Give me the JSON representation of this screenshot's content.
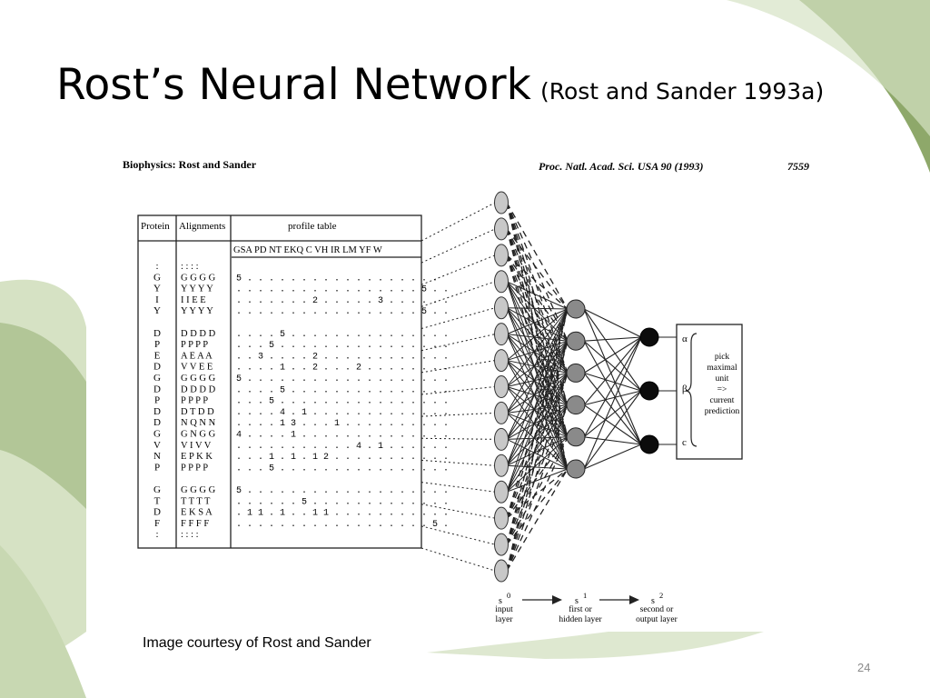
{
  "slide": {
    "title": "Rost’s Neural Network",
    "citation": "(Rost and Sander 1993a)",
    "caption": "Image courtesy of Rost and Sander",
    "page_number": "24"
  },
  "figure": {
    "header_left": "Biophysics: Rost and Sander",
    "header_journal": "Proc. Natl. Acad. Sci. USA 90 (1993)",
    "header_page": "7559",
    "table": {
      "col_protein": "Protein",
      "col_alignments": "Alignments",
      "col_profile": "profile table",
      "profile_header": "GSA PD  NT EKQ C VH IR LM YF W",
      "rows": [
        {
          "protein": ":",
          "align": ": : : :",
          "profile": ""
        },
        {
          "protein": "G",
          "align": "G G  G G",
          "profile": "5 . . .   . . . . .   . . . . .   . . . . ."
        },
        {
          "protein": "Y",
          "align": "Y Y  Y Y",
          "profile": ". . . . .   . . . . .   . . . . .   . . 5 . ."
        },
        {
          "protein": "I",
          "align": "I I   E E",
          "profile": ". . . . .   . . 2 . .   . . . 3 .   . . . . ."
        },
        {
          "protein": "Y",
          "align": "Y Y  Y Y",
          "profile": ". . . . .   . . . . .   . . . . .   . . 5 . ."
        },
        {
          "protein": "",
          "align": "",
          "profile": ""
        },
        {
          "protein": "D",
          "align": "D D  D D",
          "profile": ". . . . 5   . . . . .   . . . . .   . . . . ."
        },
        {
          "protein": "P",
          "align": "P P  P P",
          "profile": ". . . 5 .   . . . . .   . . . . .   . . . . ."
        },
        {
          "protein": "E",
          "align": "A E  A A",
          "profile": ". . 3 . .   . . 2 . .   . . . . .   . . . . ."
        },
        {
          "protein": "D",
          "align": "V V  E E",
          "profile": ". . . . 1   . . 2 . .   . 2 . . .   . . . . ."
        },
        {
          "protein": "G",
          "align": "G G  G G",
          "profile": "5 . . . .   . . . . .   . . . . .   . . . . ."
        },
        {
          "protein": "D",
          "align": "D D  D D",
          "profile": ". . . . 5   . . . . .   . . . . .   . . . . ."
        },
        {
          "protein": "P",
          "align": "P P  P P",
          "profile": ". . . 5 .   . . . . .   . . . . .   . . . . ."
        },
        {
          "protein": "D",
          "align": "D T  D D",
          "profile": ". . . . 4   . 1 . . .   . . . . .   . . . . ."
        },
        {
          "protein": "D",
          "align": "N Q  N N",
          "profile": ". . . . 1   3 . . . 1   . . . . .   . . . . ."
        },
        {
          "protein": "G",
          "align": "G N  G G",
          "profile": "4 . . . .   1 . . . .   . . . . .   . . . . ."
        },
        {
          "protein": "V",
          "align": "V I   V V",
          "profile": ". . . . .   . . . . .   . 4 . 1 .   . . . . ."
        },
        {
          "protein": "N",
          "align": "E P  K K",
          "profile": ". . . 1 .   1 . 1 2 .   . . . . .   . . . . ."
        },
        {
          "protein": "P",
          "align": "P P  P P",
          "profile": ". . . 5 .   . . . . .   . . . . .   . . . . ."
        },
        {
          "protein": "",
          "align": "",
          "profile": ""
        },
        {
          "protein": "G",
          "align": "G G  G G",
          "profile": "5 . . . .   . . . . .   . . . . .   . . . . ."
        },
        {
          "protein": "T",
          "align": "T T  T T",
          "profile": ". . . . .   . 5 . . .   . . . . .   . . . . ."
        },
        {
          "protein": "D",
          "align": "E K  S A",
          "profile": ". 1 1 . 1   . . 1 1 .   . . . . .   . . . . ."
        },
        {
          "protein": "F",
          "align": "F F  F F",
          "profile": ". . . . .   . . . . .   . . . . .   . . . 5 ."
        },
        {
          "protein": ":",
          "align": ": : : :",
          "profile": ""
        }
      ]
    },
    "input_nodes": 15,
    "hidden_nodes": 6,
    "output_nodes": 3,
    "output_labels": [
      "α",
      "β",
      "c"
    ],
    "decision_text": [
      "pick",
      "maximal",
      "unit",
      "=>",
      "current",
      "prediction"
    ],
    "layers": [
      {
        "superscript": "0",
        "line1": "input",
        "line2": "layer"
      },
      {
        "superscript": "1",
        "line1": "first or",
        "line2": "hidden layer"
      },
      {
        "superscript": "2",
        "line1": "second or",
        "line2": "output layer"
      }
    ],
    "layer_symbol": "s"
  },
  "colors": {
    "green_dark": "#8ea86a",
    "green_light": "#d6e2c4",
    "node_input": "#c8c8c8",
    "node_hidden": "#8a8a8a",
    "node_output": "#0c0c0c"
  }
}
